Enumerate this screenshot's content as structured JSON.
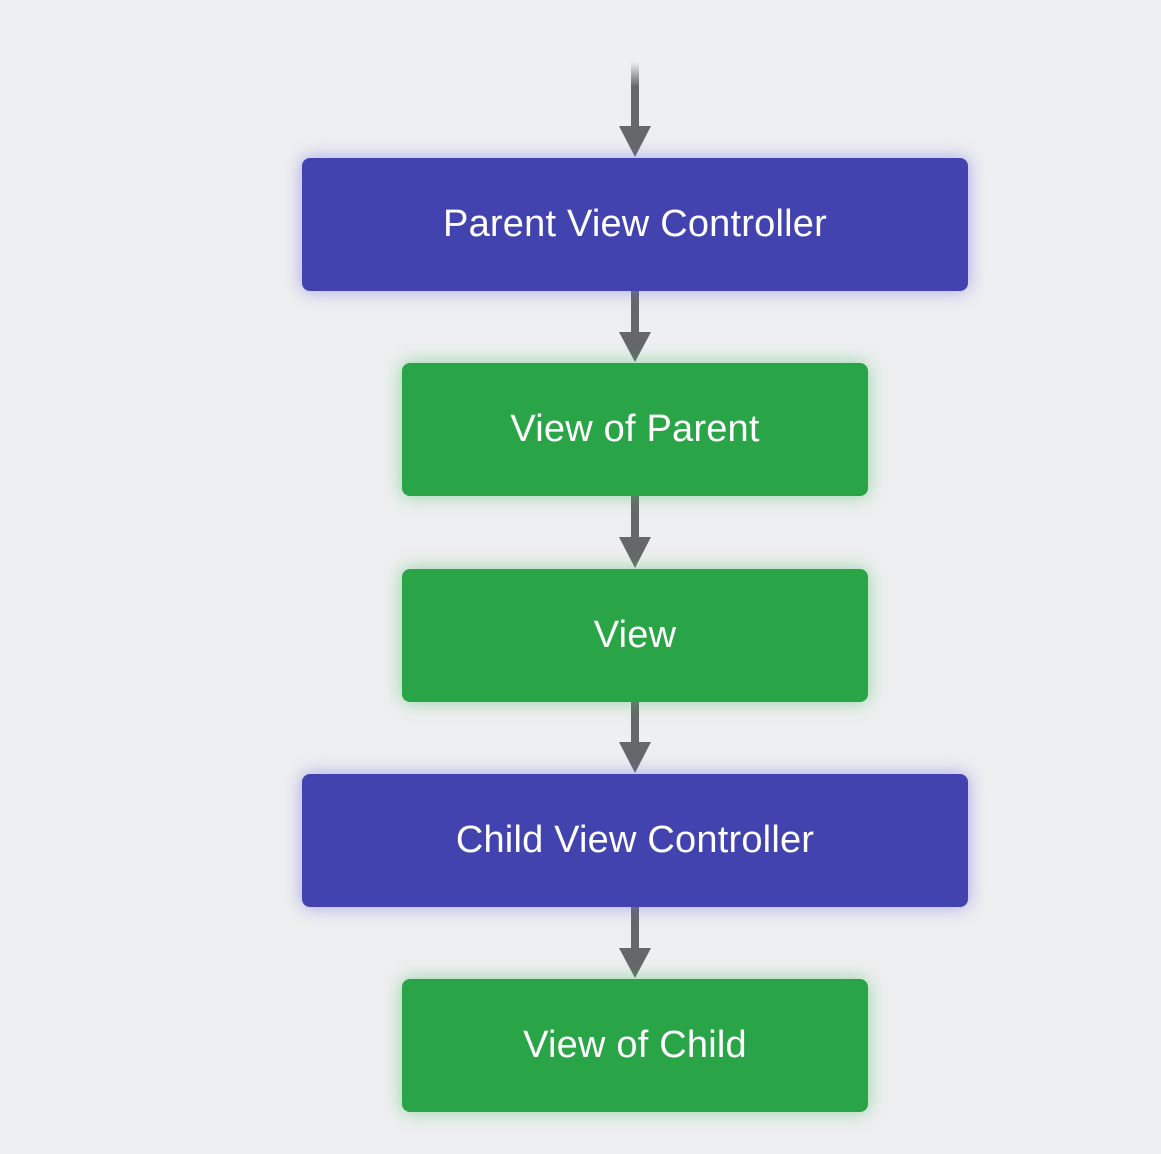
{
  "diagram": {
    "nodes": [
      {
        "id": "parent-view-controller",
        "label": "Parent View Controller",
        "kind": "controller"
      },
      {
        "id": "view-of-parent",
        "label": "View of Parent",
        "kind": "view"
      },
      {
        "id": "view",
        "label": "View",
        "kind": "view"
      },
      {
        "id": "child-view-controller",
        "label": "Child View Controller",
        "kind": "controller"
      },
      {
        "id": "view-of-child",
        "label": "View of Child",
        "kind": "view"
      }
    ],
    "edges": [
      {
        "from": "",
        "to": "parent-view-controller"
      },
      {
        "from": "parent-view-controller",
        "to": "view-of-parent"
      },
      {
        "from": "view-of-parent",
        "to": "view"
      },
      {
        "from": "view",
        "to": "child-view-controller"
      },
      {
        "from": "child-view-controller",
        "to": "view-of-child"
      }
    ],
    "colors": {
      "background": "#eeeff0",
      "controller": "#4343af",
      "view": "#29a446",
      "arrow": "#666769",
      "text": "#ffffff"
    }
  }
}
